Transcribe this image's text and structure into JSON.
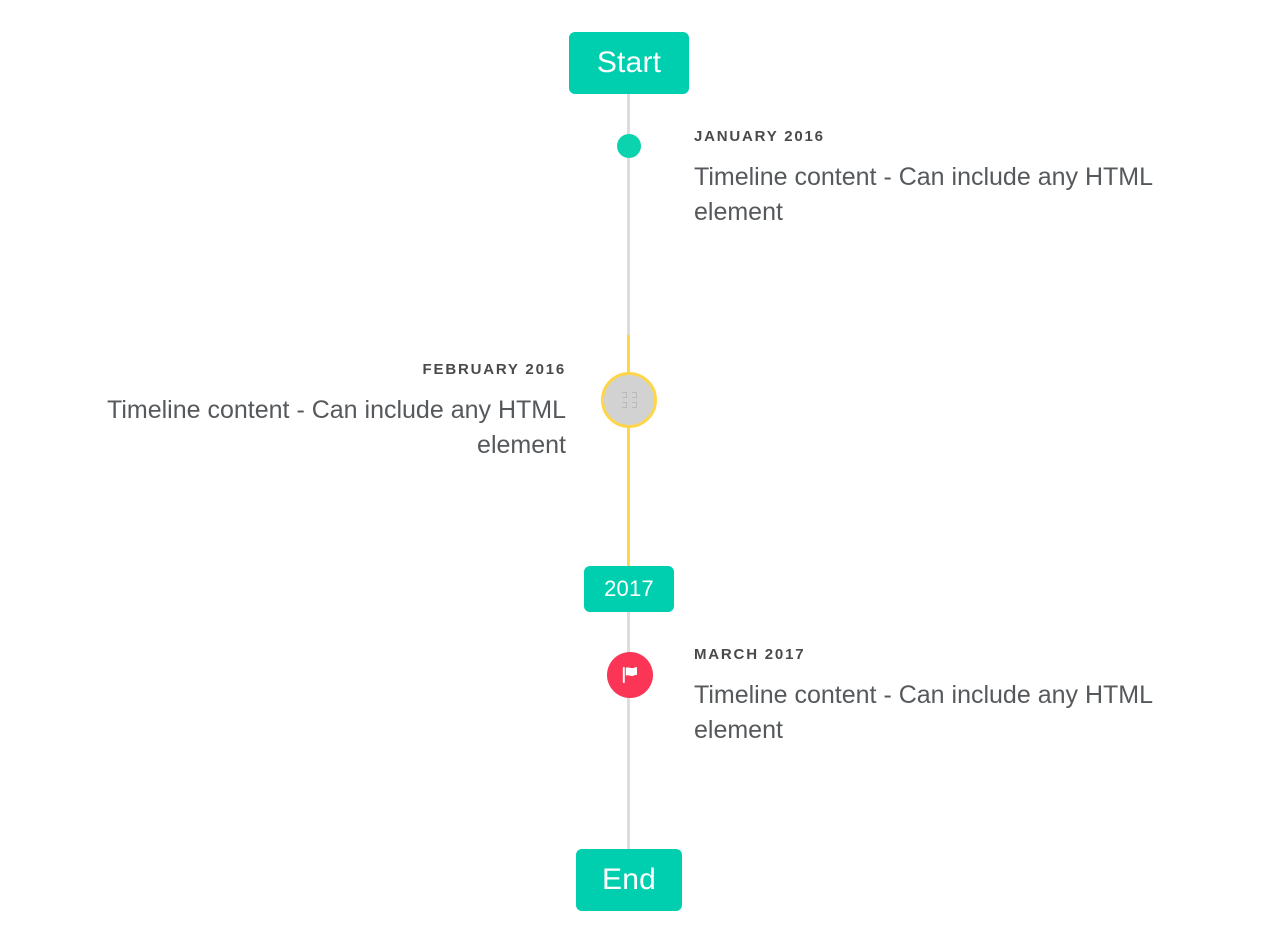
{
  "timeline": {
    "start_label": "Start",
    "middle_label": "2017",
    "end_label": "End",
    "events": [
      {
        "date": "JANUARY 2016",
        "body": "Timeline content - Can include any HTML element",
        "side": "right",
        "marker": "dot-icon",
        "marker_color": "#0ad3ae"
      },
      {
        "date": "FEBRUARY 2016",
        "body": "Timeline content - Can include any HTML element",
        "side": "left",
        "marker": "broken-image-icon",
        "marker_color": "#d2d2d2",
        "marker_ring_color": "#ffd64a"
      },
      {
        "date": "MARCH 2017",
        "body": "Timeline content - Can include any HTML element",
        "side": "right",
        "marker": "flag-icon",
        "marker_color": "#fa3556"
      }
    ]
  },
  "colors": {
    "accent_teal": "#00cfaf",
    "line_gray": "#dcdcdc",
    "line_yellow": "#ffd64a",
    "marker_pink": "#fa3556",
    "text_dark": "#4a4a4a",
    "text_body": "#55595c"
  }
}
